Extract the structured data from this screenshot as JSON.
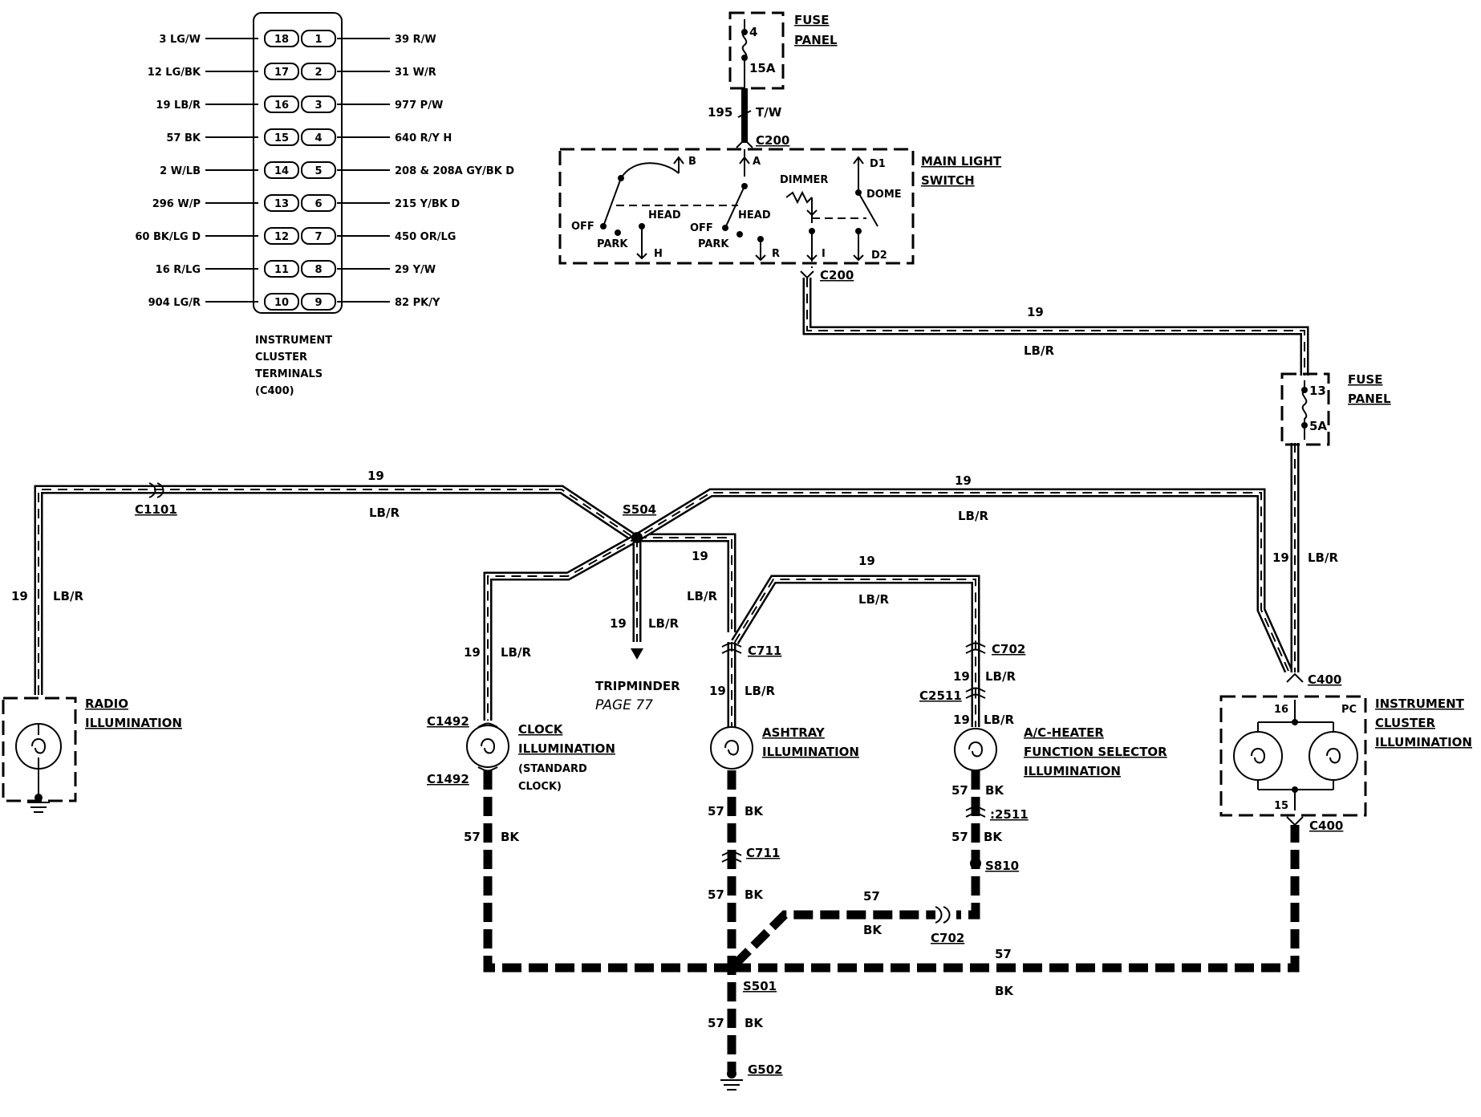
{
  "connector_table": {
    "left": [
      {
        "wire": "3 LG/W",
        "pin": "18"
      },
      {
        "wire": "12 LG/BK",
        "pin": "17"
      },
      {
        "wire": "19 LB/R",
        "pin": "16"
      },
      {
        "wire": "57 BK",
        "pin": "15"
      },
      {
        "wire": "2 W/LB",
        "pin": "14"
      },
      {
        "wire": "296 W/P",
        "pin": "13"
      },
      {
        "wire": "60 BK/LG D",
        "pin": "12"
      },
      {
        "wire": "16 R/LG",
        "pin": "11"
      },
      {
        "wire": "904 LG/R",
        "pin": "10"
      }
    ],
    "right": [
      {
        "pin": "1",
        "wire": "39 R/W"
      },
      {
        "pin": "2",
        "wire": "31 W/R"
      },
      {
        "pin": "3",
        "wire": "977 P/W"
      },
      {
        "pin": "4",
        "wire": "640 R/Y H"
      },
      {
        "pin": "5",
        "wire": "208 & 208A GY/BK D"
      },
      {
        "pin": "6",
        "wire": "215 Y/BK D"
      },
      {
        "pin": "7",
        "wire": "450 OR/LG"
      },
      {
        "pin": "8",
        "wire": "29 Y/W"
      },
      {
        "pin": "9",
        "wire": "82 PK/Y"
      }
    ],
    "caption": [
      "INSTRUMENT",
      "CLUSTER",
      "TERMINALS",
      "(C400)"
    ]
  },
  "fuse_top": {
    "label": [
      "FUSE",
      "PANEL"
    ],
    "number": "4",
    "rating": "15A"
  },
  "fuse_right": {
    "label": [
      "FUSE",
      "PANEL"
    ],
    "number": "13",
    "rating": "5A"
  },
  "switch": {
    "title": [
      "MAIN LIGHT",
      "SWITCH"
    ],
    "terminals": {
      "b": "B",
      "a": "A",
      "d1": "D1",
      "h": "H",
      "r": "R",
      "i": "I",
      "d2": "D2"
    },
    "labels": {
      "dimmer": "DIMMER",
      "dome": "DOME",
      "off": "OFF",
      "head": "HEAD",
      "park": "PARK"
    }
  },
  "wires": {
    "feed_num": "195",
    "feed_color": "T/W",
    "circuit": "19",
    "color": "LB/R",
    "ground_num": "57",
    "ground_color": "BK"
  },
  "connectors": {
    "c200": "C200",
    "c1101": "C1101",
    "s504": "S504",
    "c711": "C711",
    "c702": "C702",
    "c2511": "C2511",
    "c2511b": ":2511",
    "c1492": "C1492",
    "c400": "C400",
    "s810": "S810",
    "s501": "S501",
    "g502": "G502"
  },
  "components": {
    "radio": [
      "RADIO",
      "ILLUMINATION"
    ],
    "clock": [
      "CLOCK",
      "ILLUMINATION",
      "(STANDARD",
      "CLOCK)"
    ],
    "ashtray": [
      "ASHTRAY",
      "ILLUMINATION"
    ],
    "ac": [
      "A/C-HEATER",
      "FUNCTION SELECTOR",
      "ILLUMINATION"
    ],
    "cluster": [
      "INSTRUMENT",
      "CLUSTER",
      "ILLUMINATION"
    ],
    "cluster_pins": {
      "top": "16",
      "bottom": "15",
      "pc": "PC"
    },
    "tripminder": "TRIPMINDER",
    "tripminder_page": "PAGE 77"
  }
}
